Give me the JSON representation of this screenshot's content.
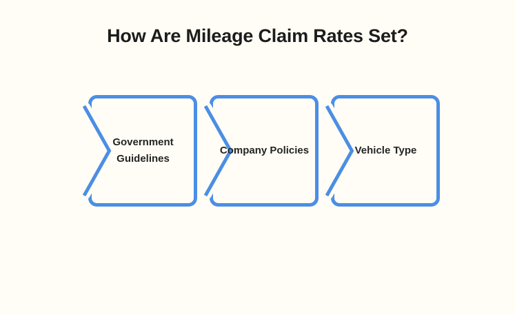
{
  "title": "How Are Mileage Claim Rates Set?",
  "steps": [
    {
      "label": "Government Guidelines"
    },
    {
      "label": "Company Policies"
    },
    {
      "label": "Vehicle Type"
    }
  ],
  "colors": {
    "background": "#FFFDF6",
    "accent_blue": "#4B8EE4",
    "title_text": "#1C1C1C",
    "label_text": "#242424"
  }
}
